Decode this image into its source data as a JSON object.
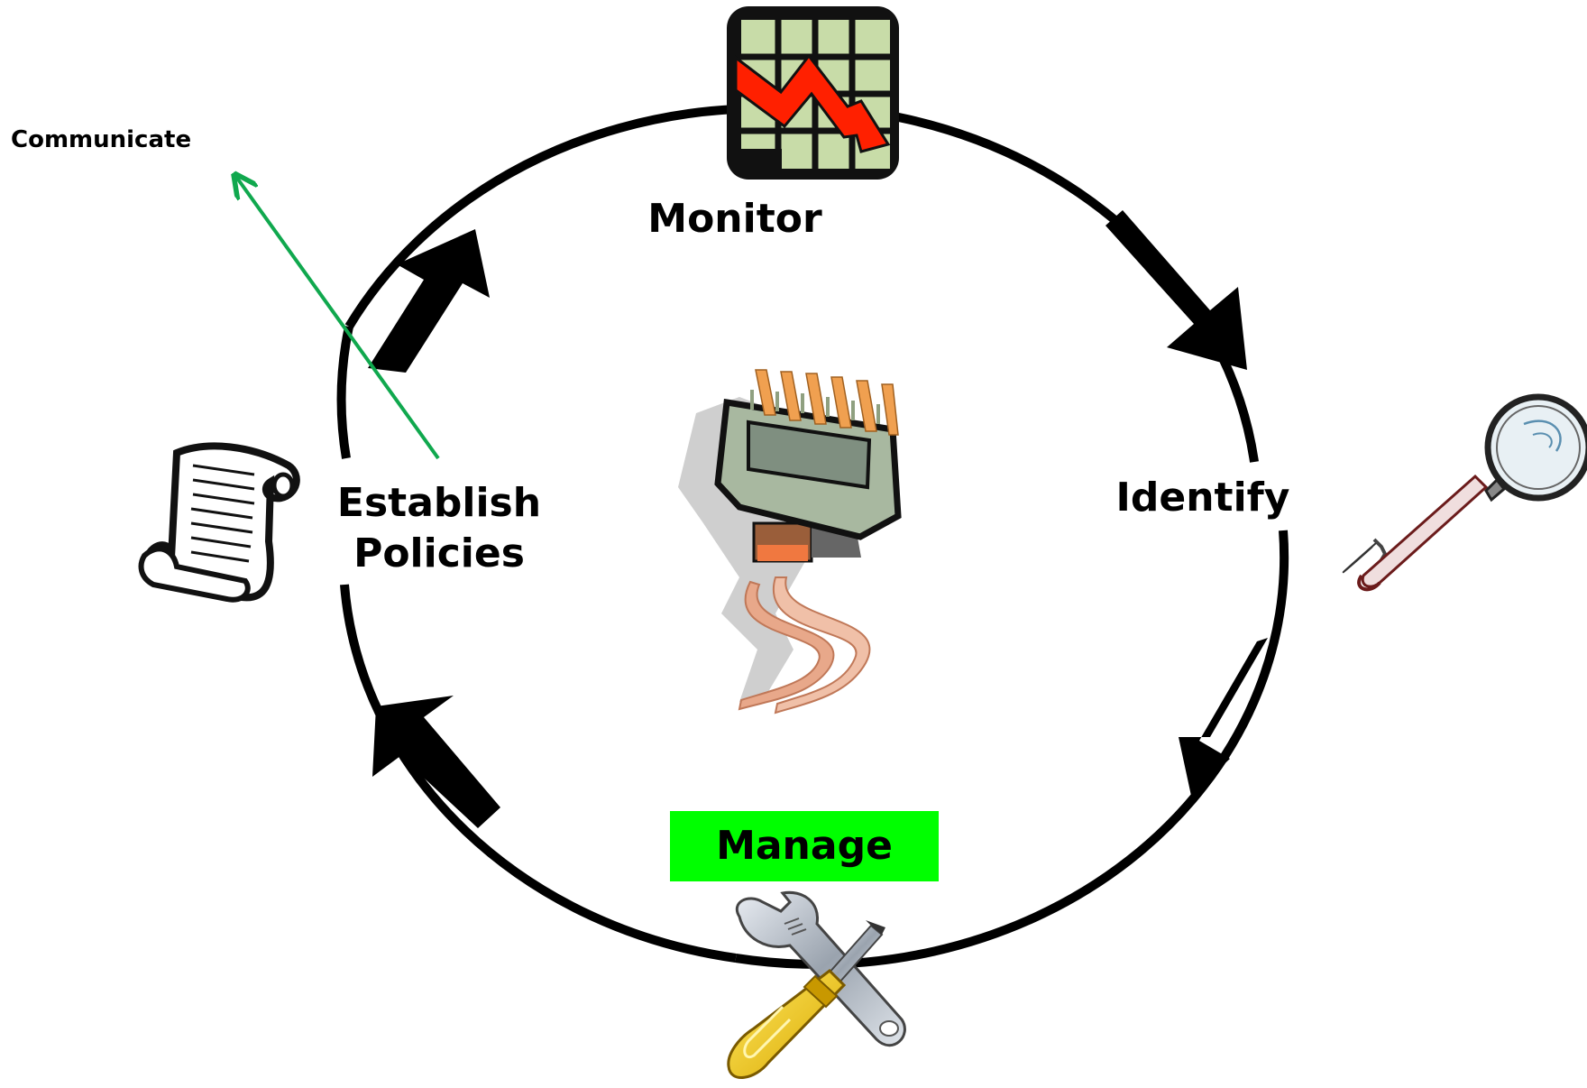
{
  "diagram": {
    "labels": {
      "communicate": "Communicate",
      "monitor": "Monitor",
      "identify": "Identify",
      "establish_line1": "Establish",
      "establish_line2": "Policies",
      "manage": "Manage"
    },
    "stages": [
      {
        "key": "monitor",
        "icon": "declining-chart-icon"
      },
      {
        "key": "identify",
        "icon": "magnifying-glass-icon"
      },
      {
        "key": "manage",
        "icon": "wrench-screwdriver-icon"
      },
      {
        "key": "establish",
        "icon": "policy-scroll-icon"
      }
    ],
    "center_icon": "network-cable-connector-icon",
    "flow_direction": "clockwise",
    "colors": {
      "cycle": "#000000",
      "communicate_arrow": "#10a84e",
      "manage_highlight": "#00ff00",
      "chart_grid_fill": "#c8dca8",
      "chart_trend": "#ff2000",
      "screwdriver_handle": "#f2cc1a"
    }
  }
}
